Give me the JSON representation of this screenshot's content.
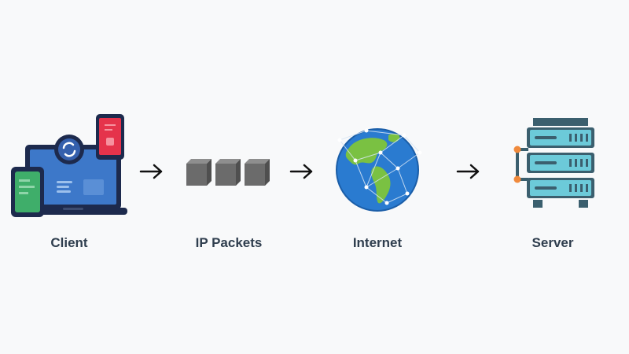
{
  "diagram": {
    "nodes": [
      {
        "id": "client",
        "label": "Client",
        "icon": "client-devices-icon"
      },
      {
        "id": "ip-packets",
        "label": "IP Packets",
        "icon": "packet-cubes-icon"
      },
      {
        "id": "internet",
        "label": "Internet",
        "icon": "globe-network-icon"
      },
      {
        "id": "server",
        "label": "Server",
        "icon": "server-rack-icon"
      }
    ],
    "edges": [
      {
        "from": "client",
        "to": "ip-packets",
        "icon": "arrow-right-icon"
      },
      {
        "from": "ip-packets",
        "to": "internet",
        "icon": "arrow-right-icon"
      },
      {
        "from": "internet",
        "to": "server",
        "icon": "arrow-right-icon"
      }
    ],
    "colors": {
      "label_text": "#2f3e4e",
      "device_outline": "#1d2a4d",
      "laptop_screen": "#3d78c9",
      "tablet_red": "#e5334b",
      "phone_green": "#3fae6a",
      "globe_ocean": "#2a7bd0",
      "globe_land": "#7ac142",
      "server_cyan": "#6ccad9",
      "server_body": "#3b5f6e",
      "server_connector": "#f08a3c",
      "packet_gray": "#6b6b6b"
    }
  }
}
